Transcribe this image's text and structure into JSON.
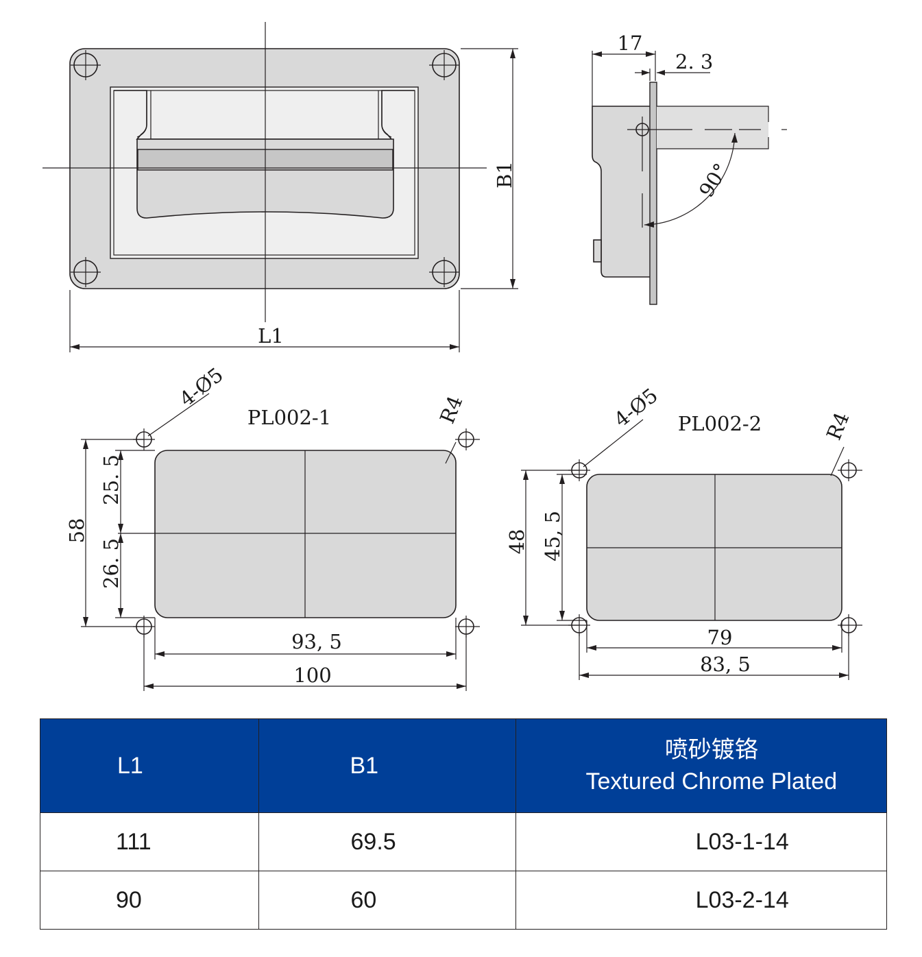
{
  "drawing": {
    "front_view": {
      "width_label": "L1",
      "height_label": "B1"
    },
    "side_view": {
      "depth_label": "17",
      "plate_label": "2. 3",
      "angle_label": "90°"
    },
    "cutout_1": {
      "title": "PL002-1",
      "holes_label": "4-Ø5",
      "radius_label": "R4",
      "dim_total_height": "58",
      "dim_upper": "25. 5",
      "dim_lower": "26. 5",
      "dim_inner_width": "93, 5",
      "dim_hole_spacing": "100"
    },
    "cutout_2": {
      "title": "PL002-2",
      "holes_label": "4-Ø5",
      "radius_label": "R4",
      "dim_total_height": "48",
      "dim_inner_height": "45, 5",
      "dim_inner_width": "79",
      "dim_hole_spacing": "83, 5"
    }
  },
  "table": {
    "headers": {
      "l1": "L1",
      "b1": "B1",
      "finish_cn": "喷砂镀铬",
      "finish_en": "Textured Chrome Plated"
    },
    "rows": [
      {
        "l1": "111",
        "b1": "69.5",
        "code": "L03-1-14"
      },
      {
        "l1": "90",
        "b1": "60",
        "code": "L03-2-14"
      }
    ]
  }
}
